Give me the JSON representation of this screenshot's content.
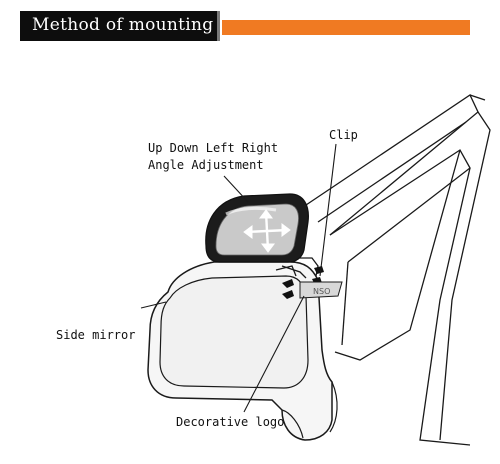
{
  "header": {
    "title": "Method of mounting"
  },
  "callouts": {
    "adjustment_line1": "Up Down Left Right",
    "adjustment_line2": "Angle Adjustment",
    "clip": "Clip",
    "side_mirror": "Side mirror",
    "decorative_logo": "Decorative logo"
  },
  "logo_text": "NSO",
  "colors": {
    "header_bg": "#0d0d0d",
    "header_text": "#ffffff",
    "accent": "#f07a22",
    "line": "#1a1a1a"
  }
}
